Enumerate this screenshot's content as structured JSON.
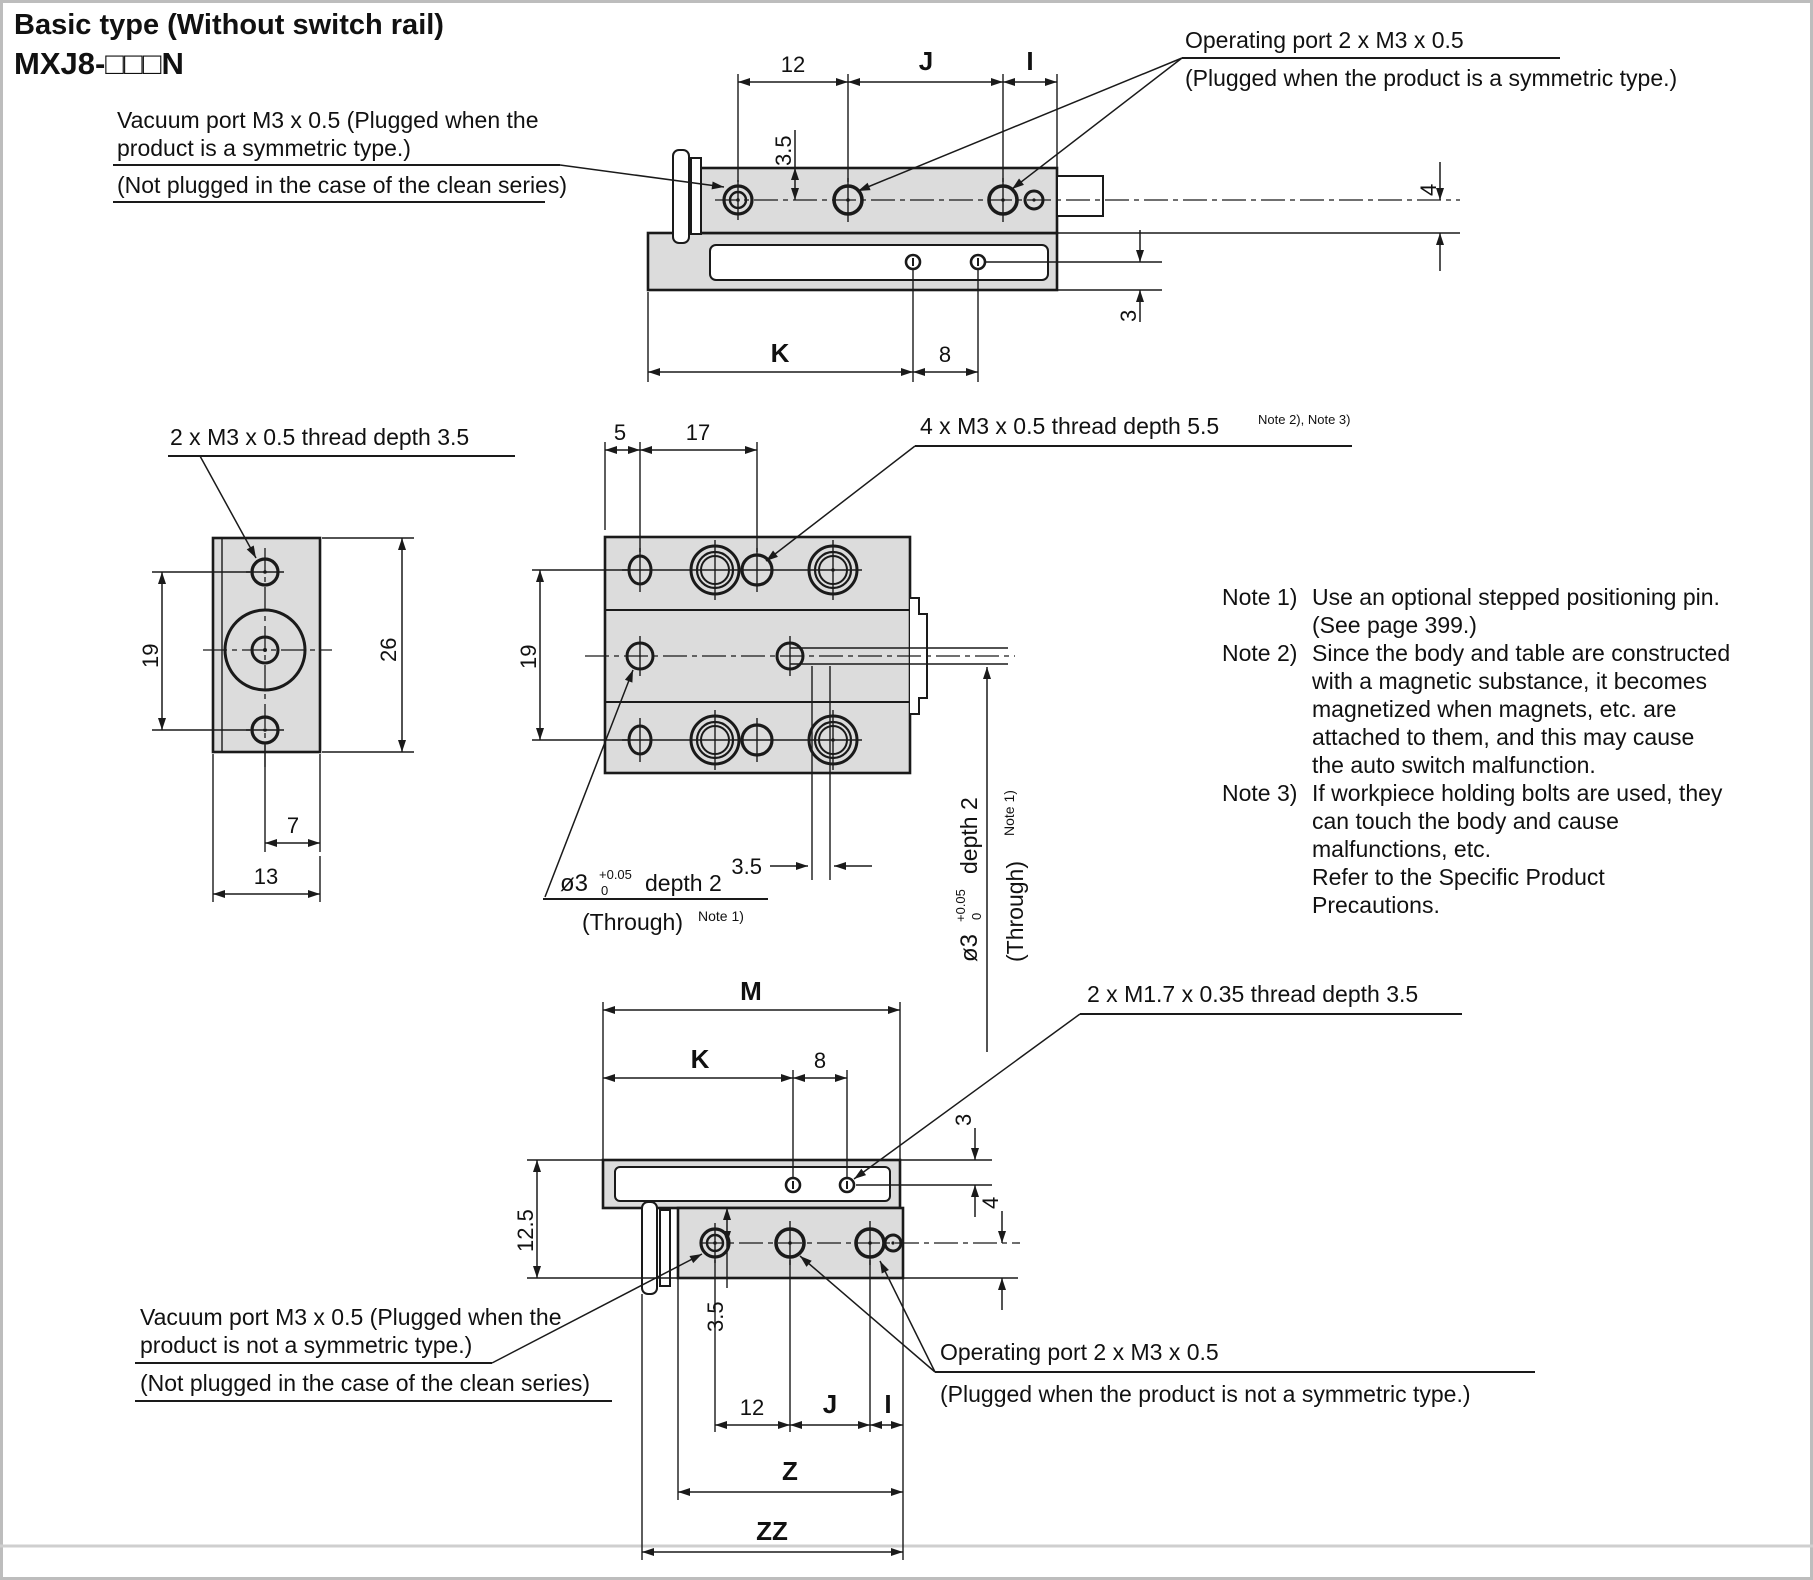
{
  "title": {
    "heading": "Basic type (Without switch rail)",
    "model": "MXJ8-□□□N"
  },
  "colors": {
    "body_fill": "#dcdcdc",
    "line": "#1a1a1a",
    "frame": "#bdbdbd"
  },
  "callouts": {
    "vacuum_top": {
      "l1": "Vacuum port M3 x 0.5 (Plugged when the",
      "l2": "product is a symmetric type.)",
      "l3": "(Not plugged in the case of the clean series)"
    },
    "operating_top": {
      "l1": "Operating port 2 x M3 x 0.5",
      "l2": "(Plugged when the product is a symmetric type.)"
    },
    "thread_side": "2 x M3 x 0.5 thread depth 3.5",
    "thread_plan": {
      "text": "4 x M3 x 0.5 thread depth 5.5",
      "sup": "Note 2), Note 3)"
    },
    "pin_hole": {
      "dia": "ø3",
      "tol_up": "+0.05",
      "tol_dn": "0",
      "depth": "depth 2",
      "through": "(Through)",
      "note": "Note 1)"
    },
    "thread_bottom": "2 x M1.7 x 0.35 thread depth 3.5",
    "vacuum_bottom": {
      "l1": "Vacuum port M3 x 0.5 (Plugged when the",
      "l2": "product is not a symmetric type.)",
      "l3": "(Not plugged in the case of the clean series)"
    },
    "operating_bottom": {
      "l1": "Operating port 2 x M3 x 0.5",
      "l2": "(Plugged when the product is not a symmetric type.)"
    }
  },
  "dims": {
    "d12": "12",
    "dJ": "J",
    "dI": "I",
    "d3_5": "3.5",
    "d4": "4",
    "d3": "3",
    "dK": "K",
    "d8": "8",
    "d19": "19",
    "d26": "26",
    "d7": "7",
    "d13": "13",
    "d5": "5",
    "d17": "17",
    "dM": "M",
    "d12_5": "12.5",
    "dZ": "Z",
    "dZZ": "ZZ"
  },
  "notes": {
    "items": [
      {
        "label": "Note 1)",
        "text": "Use an optional stepped positioning pin."
      },
      {
        "label": "",
        "text": "(See page 399.)"
      },
      {
        "label": "Note 2)",
        "text": "Since the body and table are constructed"
      },
      {
        "label": "",
        "text": "with a magnetic substance, it becomes"
      },
      {
        "label": "",
        "text": "magnetized when magnets, etc. are"
      },
      {
        "label": "",
        "text": "attached to them, and this may cause"
      },
      {
        "label": "",
        "text": "the auto switch malfunction."
      },
      {
        "label": "Note 3)",
        "text": "If workpiece holding bolts are used, they"
      },
      {
        "label": "",
        "text": "can touch the body and cause"
      },
      {
        "label": "",
        "text": "malfunctions, etc."
      },
      {
        "label": "",
        "text": "Refer to the Specific Product"
      },
      {
        "label": "",
        "text": "Precautions."
      }
    ]
  }
}
